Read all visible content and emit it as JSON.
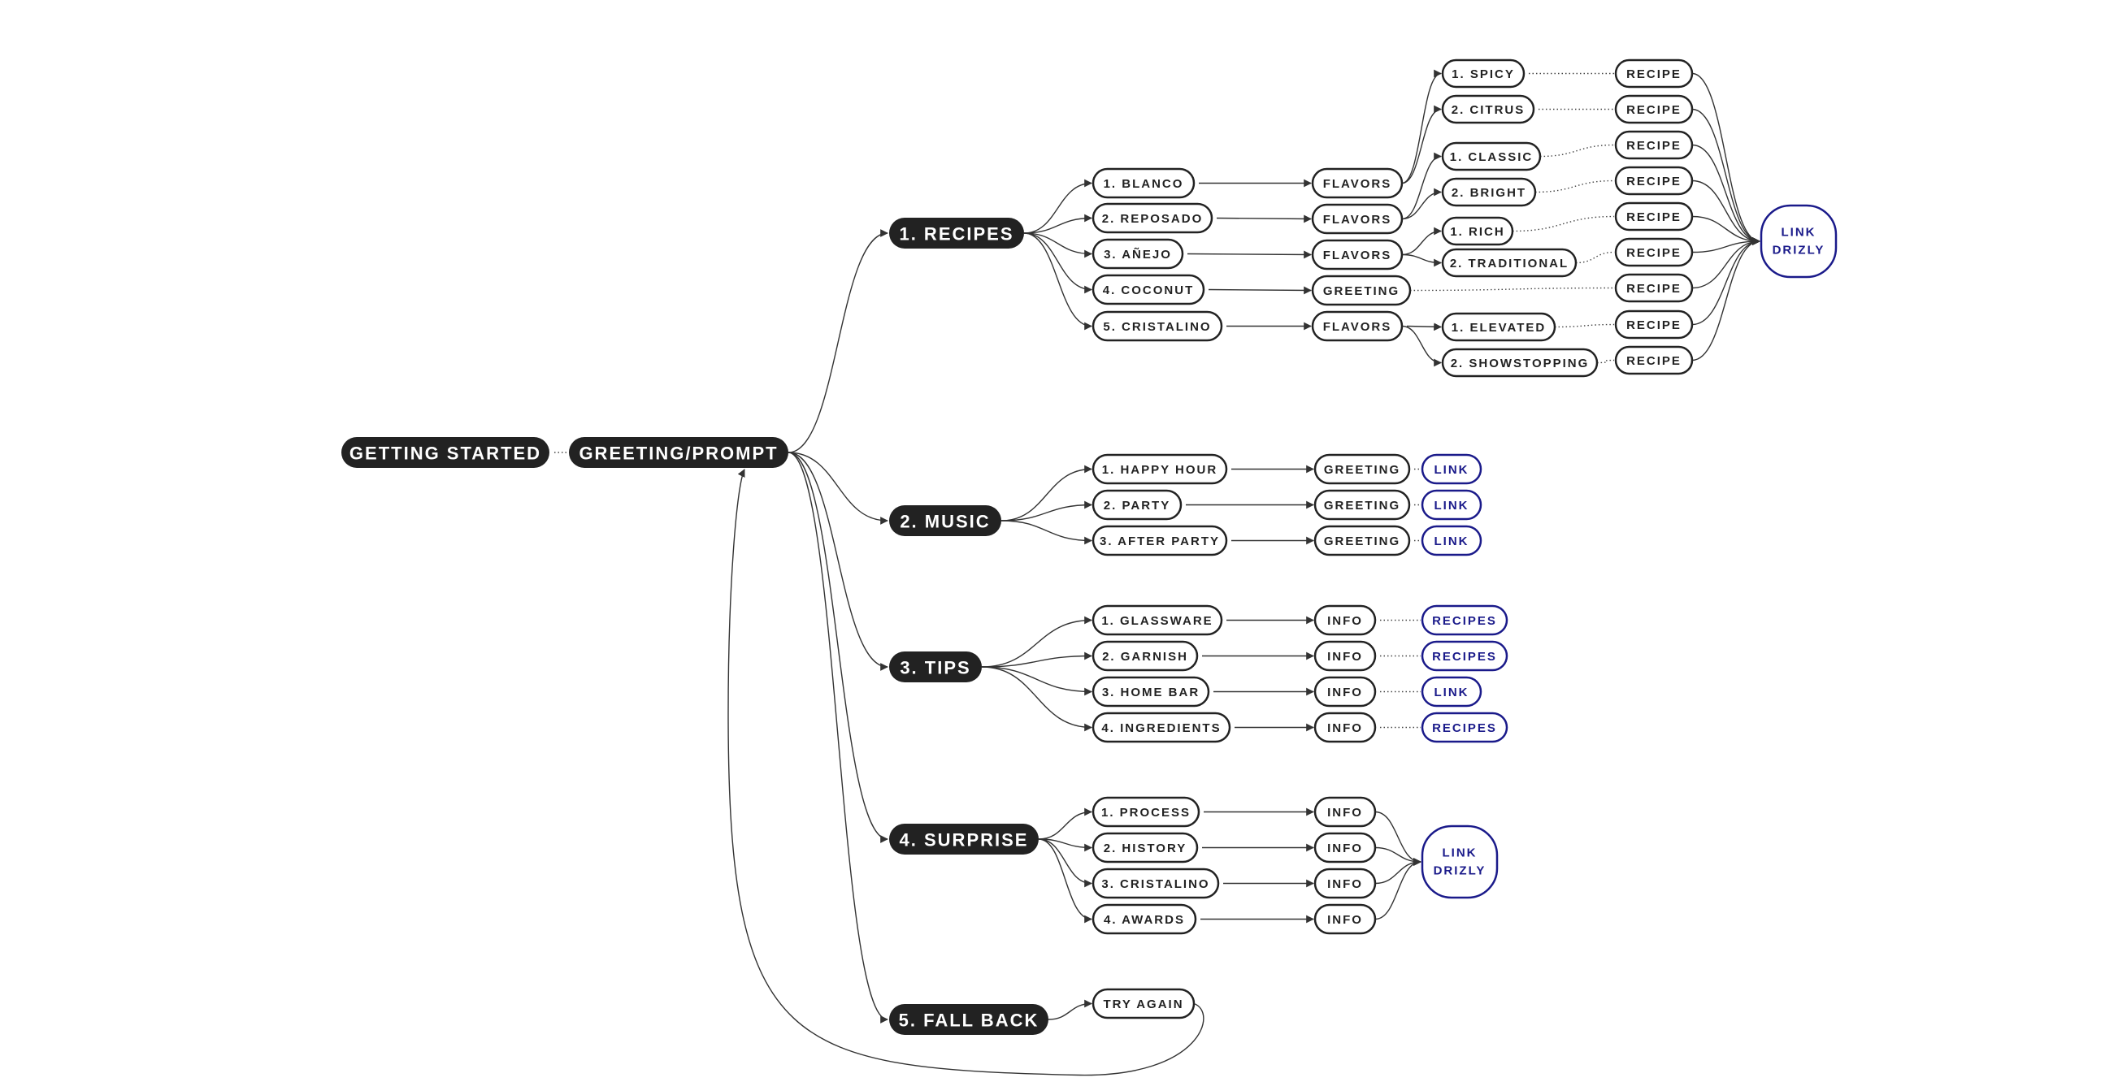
{
  "colors": {
    "dark": "#222222",
    "light": "#ffffff",
    "link": "#1a1a8a"
  },
  "nodes": [
    {
      "id": "start",
      "label": "GETTING STARTED",
      "kind": "main"
    },
    {
      "id": "greet",
      "label": "GREETING/PROMPT",
      "kind": "main"
    },
    {
      "id": "recipes",
      "label": "1. RECIPES",
      "kind": "main"
    },
    {
      "id": "music",
      "label": "2. MUSIC",
      "kind": "main"
    },
    {
      "id": "tips",
      "label": "3. TIPS",
      "kind": "main"
    },
    {
      "id": "surprise",
      "label": "4. SURPRISE",
      "kind": "main"
    },
    {
      "id": "fallback",
      "label": "5. FALL BACK",
      "kind": "main"
    },
    {
      "id": "blanco",
      "label": "1. BLANCO",
      "kind": "sub"
    },
    {
      "id": "reposado",
      "label": "2. REPOSADO",
      "kind": "sub"
    },
    {
      "id": "anejo",
      "label": "3. AÑEJO",
      "kind": "sub"
    },
    {
      "id": "coconut",
      "label": "4. COCONUT",
      "kind": "sub"
    },
    {
      "id": "cristalino",
      "label": "5. CRISTALINO",
      "kind": "sub"
    },
    {
      "id": "fl1",
      "label": "FLAVORS",
      "kind": "sub"
    },
    {
      "id": "fl2",
      "label": "FLAVORS",
      "kind": "sub"
    },
    {
      "id": "fl3",
      "label": "FLAVORS",
      "kind": "sub"
    },
    {
      "id": "gr1",
      "label": "GREETING",
      "kind": "sub"
    },
    {
      "id": "fl5",
      "label": "FLAVORS",
      "kind": "sub"
    },
    {
      "id": "spicy",
      "label": "1. SPICY",
      "kind": "sub"
    },
    {
      "id": "citrus",
      "label": "2. CITRUS",
      "kind": "sub"
    },
    {
      "id": "classic",
      "label": "1. CLASSIC",
      "kind": "sub"
    },
    {
      "id": "bright",
      "label": "2. BRIGHT",
      "kind": "sub"
    },
    {
      "id": "rich",
      "label": "1. RICH",
      "kind": "sub"
    },
    {
      "id": "traditional",
      "label": "2. TRADITIONAL",
      "kind": "sub"
    },
    {
      "id": "elevated",
      "label": "1. ELEVATED",
      "kind": "sub"
    },
    {
      "id": "showstopping",
      "label": "2. SHOWSTOPPING",
      "kind": "sub"
    },
    {
      "id": "r1",
      "label": "RECIPE",
      "kind": "sub"
    },
    {
      "id": "r2",
      "label": "RECIPE",
      "kind": "sub"
    },
    {
      "id": "r3",
      "label": "RECIPE",
      "kind": "sub"
    },
    {
      "id": "r4",
      "label": "RECIPE",
      "kind": "sub"
    },
    {
      "id": "r5",
      "label": "RECIPE",
      "kind": "sub"
    },
    {
      "id": "r6",
      "label": "RECIPE",
      "kind": "sub"
    },
    {
      "id": "r7",
      "label": "RECIPE",
      "kind": "sub"
    },
    {
      "id": "r8",
      "label": "RECIPE",
      "kind": "sub"
    },
    {
      "id": "r9",
      "label": "RECIPE",
      "kind": "sub"
    },
    {
      "id": "drizly1",
      "label": "LINK DRIZLY",
      "kind": "link"
    },
    {
      "id": "happyhour",
      "label": "1. HAPPY HOUR",
      "kind": "sub"
    },
    {
      "id": "party",
      "label": "2. PARTY",
      "kind": "sub"
    },
    {
      "id": "afterparty",
      "label": "3. AFTER PARTY",
      "kind": "sub"
    },
    {
      "id": "mg1",
      "label": "GREETING",
      "kind": "sub"
    },
    {
      "id": "mg2",
      "label": "GREETING",
      "kind": "sub"
    },
    {
      "id": "mg3",
      "label": "GREETING",
      "kind": "sub"
    },
    {
      "id": "ml1",
      "label": "LINK",
      "kind": "link"
    },
    {
      "id": "ml2",
      "label": "LINK",
      "kind": "link"
    },
    {
      "id": "ml3",
      "label": "LINK",
      "kind": "link"
    },
    {
      "id": "glassware",
      "label": "1. GLASSWARE",
      "kind": "sub"
    },
    {
      "id": "garnish",
      "label": "2. GARNISH",
      "kind": "sub"
    },
    {
      "id": "homebar",
      "label": "3. HOME BAR",
      "kind": "sub"
    },
    {
      "id": "ingredients",
      "label": "4. INGREDIENTS",
      "kind": "sub"
    },
    {
      "id": "ti1",
      "label": "INFO",
      "kind": "sub"
    },
    {
      "id": "ti2",
      "label": "INFO",
      "kind": "sub"
    },
    {
      "id": "ti3",
      "label": "INFO",
      "kind": "sub"
    },
    {
      "id": "ti4",
      "label": "INFO",
      "kind": "sub"
    },
    {
      "id": "tr1",
      "label": "RECIPES",
      "kind": "link"
    },
    {
      "id": "tr2",
      "label": "RECIPES",
      "kind": "link"
    },
    {
      "id": "tl3",
      "label": "LINK",
      "kind": "link"
    },
    {
      "id": "tr4",
      "label": "RECIPES",
      "kind": "link"
    },
    {
      "id": "process",
      "label": "1. PROCESS",
      "kind": "sub"
    },
    {
      "id": "history",
      "label": "2. HISTORY",
      "kind": "sub"
    },
    {
      "id": "scristalino",
      "label": "3. CRISTALINO",
      "kind": "sub"
    },
    {
      "id": "awards",
      "label": "4. AWARDS",
      "kind": "sub"
    },
    {
      "id": "si1",
      "label": "INFO",
      "kind": "sub"
    },
    {
      "id": "si2",
      "label": "INFO",
      "kind": "sub"
    },
    {
      "id": "si3",
      "label": "INFO",
      "kind": "sub"
    },
    {
      "id": "si4",
      "label": "INFO",
      "kind": "sub"
    },
    {
      "id": "drizly2",
      "label": "LINK DRIZLY",
      "kind": "link"
    },
    {
      "id": "tryagain",
      "label": "TRY AGAIN",
      "kind": "sub"
    }
  ],
  "edges": [
    {
      "from": "start",
      "to": "greet",
      "style": "dotted"
    },
    {
      "from": "greet",
      "to": "recipes",
      "style": "arrow"
    },
    {
      "from": "greet",
      "to": "music",
      "style": "arrow"
    },
    {
      "from": "greet",
      "to": "tips",
      "style": "arrow"
    },
    {
      "from": "greet",
      "to": "surprise",
      "style": "arrow"
    },
    {
      "from": "greet",
      "to": "fallback",
      "style": "arrow"
    },
    {
      "from": "recipes",
      "to": "blanco",
      "style": "arrow"
    },
    {
      "from": "recipes",
      "to": "reposado",
      "style": "arrow"
    },
    {
      "from": "recipes",
      "to": "anejo",
      "style": "arrow"
    },
    {
      "from": "recipes",
      "to": "coconut",
      "style": "arrow"
    },
    {
      "from": "recipes",
      "to": "cristalino",
      "style": "arrow"
    },
    {
      "from": "blanco",
      "to": "fl1",
      "style": "arrow"
    },
    {
      "from": "reposado",
      "to": "fl2",
      "style": "arrow"
    },
    {
      "from": "anejo",
      "to": "fl3",
      "style": "arrow"
    },
    {
      "from": "coconut",
      "to": "gr1",
      "style": "arrow"
    },
    {
      "from": "cristalino",
      "to": "fl5",
      "style": "arrow"
    },
    {
      "from": "fl1",
      "to": "spicy",
      "style": "arrow"
    },
    {
      "from": "fl1",
      "to": "citrus",
      "style": "arrow"
    },
    {
      "from": "fl2",
      "to": "classic",
      "style": "arrow"
    },
    {
      "from": "fl2",
      "to": "bright",
      "style": "arrow"
    },
    {
      "from": "fl3",
      "to": "rich",
      "style": "arrow"
    },
    {
      "from": "fl3",
      "to": "traditional",
      "style": "arrow"
    },
    {
      "from": "fl5",
      "to": "elevated",
      "style": "arrow"
    },
    {
      "from": "fl5",
      "to": "showstopping",
      "style": "arrow"
    },
    {
      "from": "spicy",
      "to": "r1",
      "style": "dotted"
    },
    {
      "from": "citrus",
      "to": "r2",
      "style": "dotted"
    },
    {
      "from": "classic",
      "to": "r3",
      "style": "dotted"
    },
    {
      "from": "bright",
      "to": "r4",
      "style": "dotted"
    },
    {
      "from": "rich",
      "to": "r5",
      "style": "dotted"
    },
    {
      "from": "traditional",
      "to": "r6",
      "style": "dotted"
    },
    {
      "from": "gr1",
      "to": "r7",
      "style": "dotted"
    },
    {
      "from": "elevated",
      "to": "r8",
      "style": "dotted"
    },
    {
      "from": "showstopping",
      "to": "r9",
      "style": "dotted"
    },
    {
      "from": "r1",
      "to": "drizly1",
      "style": "arrow"
    },
    {
      "from": "r2",
      "to": "drizly1",
      "style": "arrow"
    },
    {
      "from": "r3",
      "to": "drizly1",
      "style": "arrow"
    },
    {
      "from": "r4",
      "to": "drizly1",
      "style": "arrow"
    },
    {
      "from": "r5",
      "to": "drizly1",
      "style": "arrow"
    },
    {
      "from": "r6",
      "to": "drizly1",
      "style": "arrow"
    },
    {
      "from": "r7",
      "to": "drizly1",
      "style": "arrow"
    },
    {
      "from": "r8",
      "to": "drizly1",
      "style": "arrow"
    },
    {
      "from": "r9",
      "to": "drizly1",
      "style": "arrow"
    },
    {
      "from": "music",
      "to": "happyhour",
      "style": "arrow"
    },
    {
      "from": "music",
      "to": "party",
      "style": "arrow"
    },
    {
      "from": "music",
      "to": "afterparty",
      "style": "arrow"
    },
    {
      "from": "happyhour",
      "to": "mg1",
      "style": "arrow"
    },
    {
      "from": "party",
      "to": "mg2",
      "style": "arrow"
    },
    {
      "from": "afterparty",
      "to": "mg3",
      "style": "arrow"
    },
    {
      "from": "mg1",
      "to": "ml1",
      "style": "dotted"
    },
    {
      "from": "mg2",
      "to": "ml2",
      "style": "dotted"
    },
    {
      "from": "mg3",
      "to": "ml3",
      "style": "dotted"
    },
    {
      "from": "tips",
      "to": "glassware",
      "style": "arrow"
    },
    {
      "from": "tips",
      "to": "garnish",
      "style": "arrow"
    },
    {
      "from": "tips",
      "to": "homebar",
      "style": "arrow"
    },
    {
      "from": "tips",
      "to": "ingredients",
      "style": "arrow"
    },
    {
      "from": "glassware",
      "to": "ti1",
      "style": "arrow"
    },
    {
      "from": "garnish",
      "to": "ti2",
      "style": "arrow"
    },
    {
      "from": "homebar",
      "to": "ti3",
      "style": "arrow"
    },
    {
      "from": "ingredients",
      "to": "ti4",
      "style": "arrow"
    },
    {
      "from": "ti1",
      "to": "tr1",
      "style": "dotted"
    },
    {
      "from": "ti2",
      "to": "tr2",
      "style": "dotted"
    },
    {
      "from": "ti3",
      "to": "tl3",
      "style": "dotted"
    },
    {
      "from": "ti4",
      "to": "tr4",
      "style": "dotted"
    },
    {
      "from": "surprise",
      "to": "process",
      "style": "arrow"
    },
    {
      "from": "surprise",
      "to": "history",
      "style": "arrow"
    },
    {
      "from": "surprise",
      "to": "scristalino",
      "style": "arrow"
    },
    {
      "from": "surprise",
      "to": "awards",
      "style": "arrow"
    },
    {
      "from": "process",
      "to": "si1",
      "style": "arrow"
    },
    {
      "from": "history",
      "to": "si2",
      "style": "arrow"
    },
    {
      "from": "scristalino",
      "to": "si3",
      "style": "arrow"
    },
    {
      "from": "awards",
      "to": "si4",
      "style": "arrow"
    },
    {
      "from": "si1",
      "to": "drizly2",
      "style": "arrow"
    },
    {
      "from": "si2",
      "to": "drizly2",
      "style": "arrow"
    },
    {
      "from": "si3",
      "to": "drizly2",
      "style": "arrow"
    },
    {
      "from": "si4",
      "to": "drizly2",
      "style": "arrow"
    },
    {
      "from": "fallback",
      "to": "tryagain",
      "style": "arrow"
    },
    {
      "from": "tryagain",
      "to": "greet",
      "style": "loop"
    }
  ]
}
